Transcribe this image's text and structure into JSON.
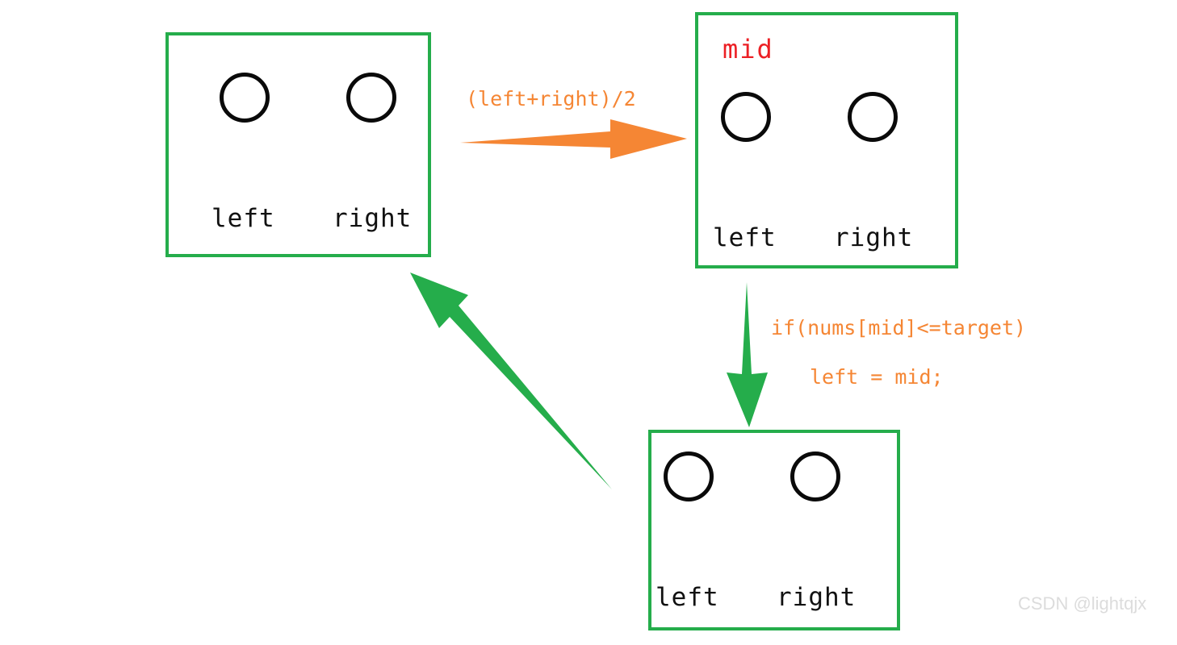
{
  "diagram": {
    "title": "binary-search-pointer-update-loop",
    "colors": {
      "box_border_green": "#25ad4b",
      "arrow_green": "#25ad4b",
      "arrow_orange": "#f58634",
      "mid_red": "#ec2025",
      "node_black": "#0a0a0a",
      "watermark_gray": "#dcdcdc"
    },
    "boxes": [
      {
        "id": "box-initial",
        "mid_label": "",
        "pointers": [
          {
            "name": "left",
            "label": "left"
          },
          {
            "name": "right",
            "label": "right"
          }
        ]
      },
      {
        "id": "box-with-mid",
        "mid_label": "mid",
        "pointers": [
          {
            "name": "left",
            "label": "left"
          },
          {
            "name": "right",
            "label": "right"
          }
        ]
      },
      {
        "id": "box-after-update",
        "mid_label": "",
        "pointers": [
          {
            "name": "left",
            "label": "left"
          },
          {
            "name": "right",
            "label": "right"
          }
        ]
      }
    ],
    "edges": [
      {
        "id": "edge-compute-mid",
        "color": "#f58634",
        "label": "(left+right)/2"
      },
      {
        "id": "edge-condition",
        "color": "#25ad4b",
        "label_lines": [
          "if(nums[mid]<=target)",
          "left = mid;"
        ]
      },
      {
        "id": "edge-loop-back",
        "color": "#25ad4b",
        "label": ""
      }
    ],
    "watermark": "CSDN @lightqjx"
  }
}
